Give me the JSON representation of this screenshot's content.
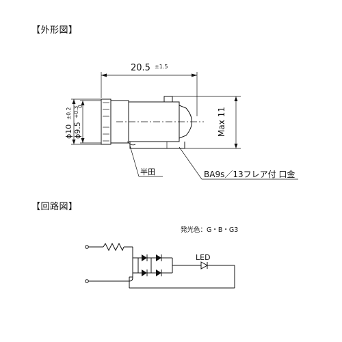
{
  "headings": {
    "outline": "【外形図】",
    "circuit": "【回路図】"
  },
  "dimensions": {
    "length": "20.5",
    "length_tol": "±1.5",
    "dia10": "ϕ10",
    "dia10_tol": "±0.2",
    "dia95": "ϕ9.5",
    "dia95_tol": "+0.3",
    "dia95_tol2": "0",
    "max_height": "Max 11"
  },
  "callouts": {
    "solder": "半田",
    "base": "BA9s／13フレア付 口金"
  },
  "circuit": {
    "emission_color": "発光色：G・B・G3",
    "led_label": "LED"
  }
}
